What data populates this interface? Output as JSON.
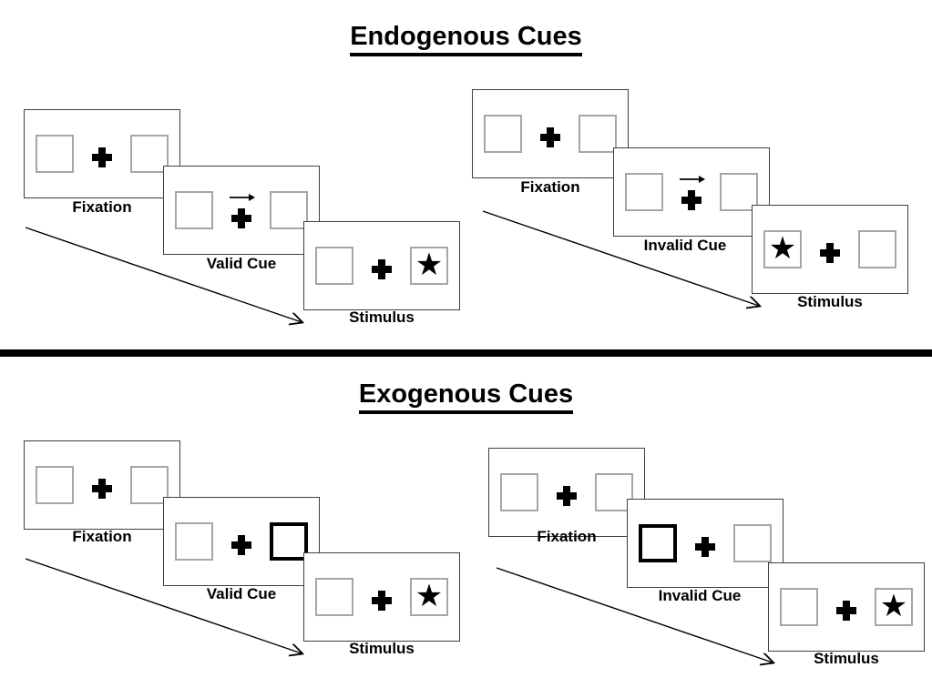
{
  "figure": {
    "title_endogenous": "Endogenous Cues",
    "title_exogenous": "Exogenous Cues"
  },
  "sections": [
    {
      "id": "endogenous",
      "title": "Endogenous Cues",
      "cue_type": "central-arrow",
      "conditions": [
        {
          "id": "endogenous-valid",
          "name": "Valid Cue",
          "panels": [
            {
              "caption": "Fixation",
              "left_box": "empty",
              "right_box": "empty",
              "center": "plus",
              "arrow": "none"
            },
            {
              "caption": "Valid Cue",
              "left_box": "empty",
              "right_box": "empty",
              "center": "plus",
              "arrow": "right"
            },
            {
              "caption": "Stimulus",
              "left_box": "empty",
              "right_box": "star",
              "center": "plus",
              "arrow": "none"
            }
          ]
        },
        {
          "id": "endogenous-invalid",
          "name": "Invalid Cue",
          "panels": [
            {
              "caption": "Fixation",
              "left_box": "empty",
              "right_box": "empty",
              "center": "plus",
              "arrow": "none"
            },
            {
              "caption": "Invalid Cue",
              "left_box": "empty",
              "right_box": "empty",
              "center": "plus",
              "arrow": "right"
            },
            {
              "caption": "Stimulus",
              "left_box": "star",
              "right_box": "empty",
              "center": "plus",
              "arrow": "none"
            }
          ]
        }
      ]
    },
    {
      "id": "exogenous",
      "title": "Exogenous Cues",
      "cue_type": "peripheral-box",
      "conditions": [
        {
          "id": "exogenous-valid",
          "name": "Valid Cue",
          "panels": [
            {
              "caption": "Fixation",
              "left_box": "empty",
              "right_box": "empty",
              "center": "plus",
              "arrow": "none"
            },
            {
              "caption": "Valid Cue",
              "left_box": "empty",
              "right_box": "cued",
              "center": "plus",
              "arrow": "none"
            },
            {
              "caption": "Stimulus",
              "left_box": "empty",
              "right_box": "star",
              "center": "plus",
              "arrow": "none"
            }
          ]
        },
        {
          "id": "exogenous-invalid",
          "name": "Invalid Cue",
          "panels": [
            {
              "caption": "Fixation",
              "left_box": "empty",
              "right_box": "empty",
              "center": "plus",
              "arrow": "none"
            },
            {
              "caption": "Invalid Cue",
              "left_box": "cued",
              "right_box": "empty",
              "center": "plus",
              "arrow": "none"
            },
            {
              "caption": "Stimulus",
              "left_box": "empty",
              "right_box": "star",
              "center": "plus",
              "arrow": "none"
            }
          ]
        }
      ]
    }
  ],
  "captions": {
    "fixation": "Fixation",
    "valid_cue": "Valid Cue",
    "invalid_cue": "Invalid Cue",
    "stimulus": "Stimulus"
  },
  "glyphs": {
    "star": "★",
    "plus": "+",
    "arrow_right": "→"
  },
  "colors": {
    "ink": "#000000",
    "panel_border": "#3f3f3f",
    "box_border": "#a6a6a6",
    "cued_box_border": "#000000",
    "background": "#ffffff"
  }
}
